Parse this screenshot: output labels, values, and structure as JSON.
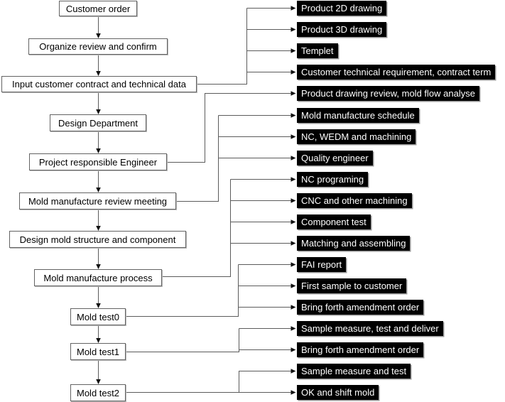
{
  "diagram": {
    "type": "flowchart",
    "colors": {
      "process_fill": "#ffffff",
      "process_border": "#636363",
      "process_text": "#000000",
      "output_fill": "#000000",
      "output_text": "#ffffff",
      "connector": "#5b5b5b"
    },
    "process_flow": [
      "Customer order",
      "Organize review and confirm",
      "Input customer contract and technical data",
      "Design Department",
      "Project responsible Engineer",
      "Mold manufacture review meeting",
      "Design mold structure and component",
      "Mold manufacture process",
      "Mold test0",
      "Mold test1",
      "Mold test2"
    ],
    "outputs": [
      "Product 2D drawing",
      "Product 3D drawing",
      "Templet",
      "Customer technical requirement, contract term",
      "Product drawing review, mold flow analyse",
      "Mold manufacture schedule",
      "NC, WEDM and machining",
      "Quality engineer",
      "NC programing",
      "CNC and other machining",
      "Component test",
      "Matching and assembling",
      "FAI report",
      "First sample to customer",
      "Bring forth amendment order",
      "Sample measure, test and deliver",
      "Bring forth amendment order",
      "Sample measure and test",
      "OK and shift mold"
    ],
    "links": [
      {
        "from": "Input customer contract and technical data",
        "to": [
          "Product 2D drawing",
          "Product 3D drawing",
          "Templet",
          "Customer technical requirement, contract term"
        ]
      },
      {
        "from": "Project responsible Engineer",
        "to": [
          "Product drawing review, mold flow analyse"
        ]
      },
      {
        "from": "Mold manufacture review meeting",
        "to": [
          "Mold manufacture schedule",
          "NC, WEDM and machining",
          "Quality engineer"
        ]
      },
      {
        "from": "Mold manufacture process",
        "to": [
          "NC programing",
          "CNC and other machining",
          "Component test",
          "Matching and assembling"
        ]
      },
      {
        "from": "Mold test0",
        "to": [
          "FAI report",
          "First sample to customer",
          "Bring forth amendment order"
        ]
      },
      {
        "from": "Mold test1",
        "to": [
          "Sample measure, test and deliver",
          "Bring forth amendment order"
        ]
      },
      {
        "from": "Mold test2",
        "to": [
          "Sample measure and test",
          "OK and shift mold"
        ]
      }
    ]
  }
}
